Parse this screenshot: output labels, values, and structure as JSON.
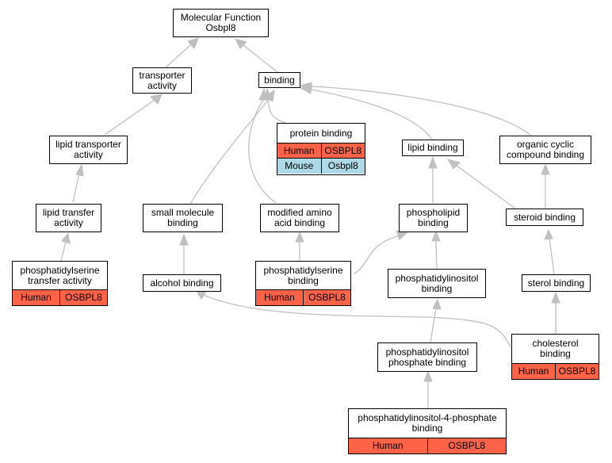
{
  "colors": {
    "human": "#ff6347",
    "mouse": "#add8e6",
    "edge": "#c0c0c0"
  },
  "nodes": {
    "molecular_function": "Molecular Function\nOsbpl8",
    "transporter_activity": "transporter\nactivity",
    "binding": "binding",
    "lipid_transporter_activity": "lipid transporter\nactivity",
    "protein_binding": {
      "label": "protein binding",
      "rows": [
        {
          "species": "Human",
          "gene": "OSBPL8"
        },
        {
          "species": "Mouse",
          "gene": "Osbpl8"
        }
      ]
    },
    "lipid_binding": "lipid binding",
    "organic_cyclic_compound_binding": "organic cyclic\ncompound binding",
    "lipid_transfer_activity": "lipid transfer\nactivity",
    "small_molecule_binding": "small molecule\nbinding",
    "modified_amino_acid_binding": "modified amino\nacid binding",
    "phospholipid_binding": "phospholipid\nbinding",
    "steroid_binding": "steroid binding",
    "phosphatidylserine_transfer_activity": {
      "label": "phosphatidylserine\ntransfer activity",
      "rows": [
        {
          "species": "Human",
          "gene": "OSBPL8"
        }
      ]
    },
    "alcohol_binding": "alcohol binding",
    "phosphatidylserine_binding": {
      "label": "phosphatidylserine\nbinding",
      "rows": [
        {
          "species": "Human",
          "gene": "OSBPL8"
        }
      ]
    },
    "phosphatidylinositol_binding": "phosphatidylinositol\nbinding",
    "sterol_binding": "sterol binding",
    "cholesterol_binding": {
      "label": "cholesterol\nbinding",
      "rows": [
        {
          "species": "Human",
          "gene": "OSBPL8"
        }
      ]
    },
    "phosphatidylinositol_phosphate_binding": "phosphatidylinositol\nphosphate binding",
    "phosphatidylinositol_4_phosphate_binding": {
      "label": "phosphatidylinositol-4-phosphate\nbinding",
      "rows": [
        {
          "species": "Human",
          "gene": "OSBPL8"
        }
      ]
    }
  }
}
